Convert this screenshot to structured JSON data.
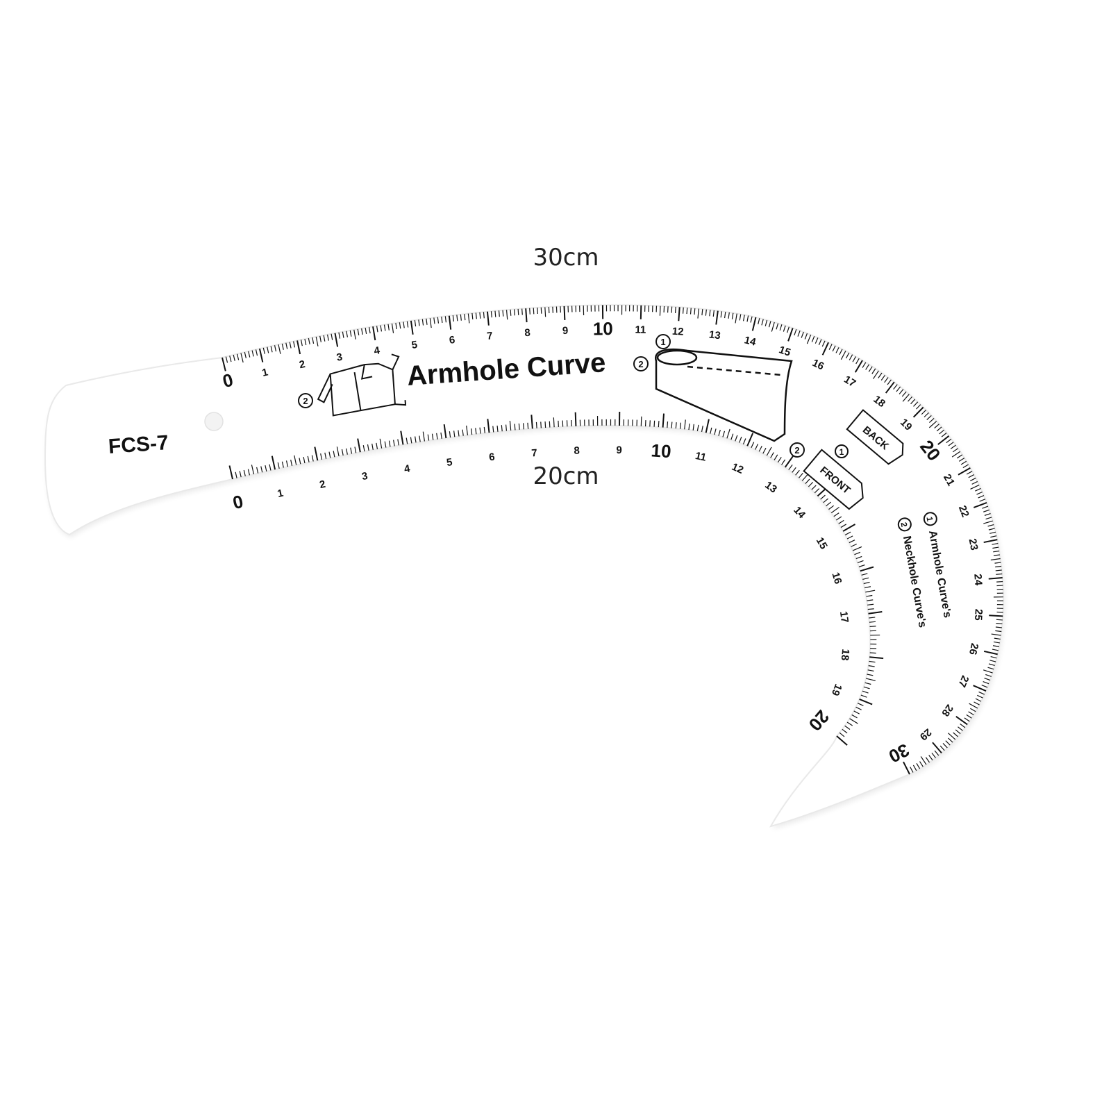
{
  "dimension_labels": {
    "outer_length": "30cm",
    "inner_length": "20cm"
  },
  "ruler": {
    "title": "Armhole Curve",
    "model": "FCS-7",
    "outer_scale_max": 30,
    "inner_scale_max": 20,
    "top_straight_scale_max": 15,
    "back_label": "BACK",
    "front_label": "FRONT",
    "marker_1": "①",
    "marker_2": "②",
    "legend": [
      {
        "marker": "①",
        "text": "Armhole Curve's"
      },
      {
        "marker": "②",
        "text": "Neckhole Curve's"
      }
    ],
    "icons": [
      "shirt-icon",
      "sleeve-icon"
    ]
  },
  "colors": {
    "ruler_fill": "#ffffff",
    "ruler_edge": "#e6e6e6",
    "ink": "#111111"
  }
}
